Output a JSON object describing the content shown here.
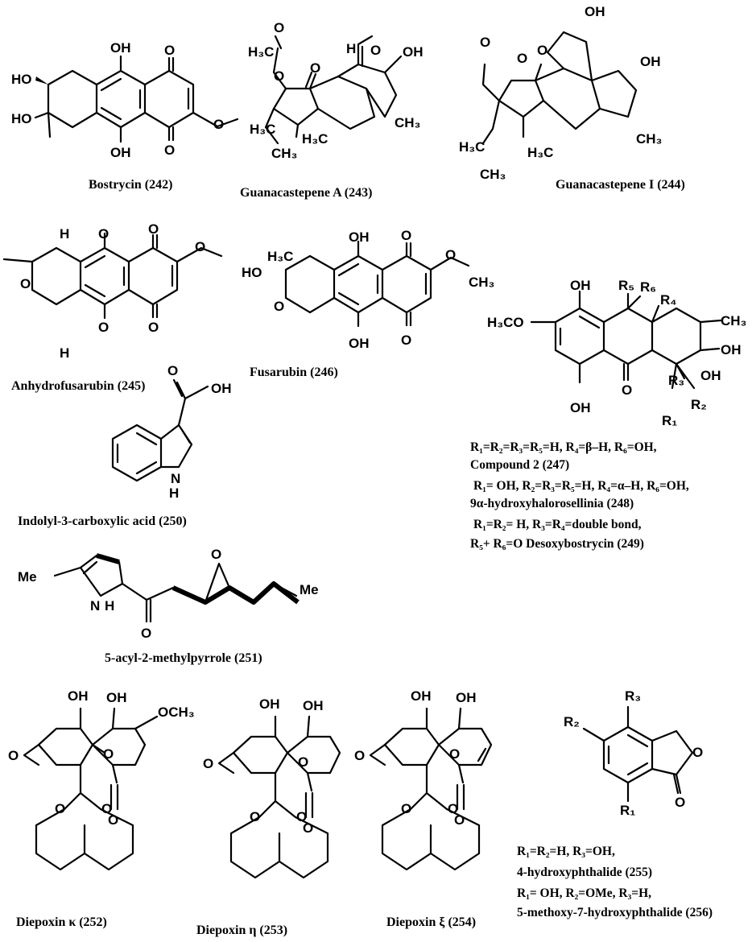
{
  "compounds": [
    {
      "id": "242",
      "caption": "Bostrycin (242)"
    },
    {
      "id": "243",
      "caption": "Guanacastepene A (243)"
    },
    {
      "id": "244",
      "caption": "Guanacastepene I (244)"
    },
    {
      "id": "245",
      "caption": "Anhydrofusarubin (245)"
    },
    {
      "id": "246",
      "caption": "Fusarubin (246)"
    },
    {
      "id": "250",
      "caption": "Indolyl-3-carboxylic acid (250)"
    },
    {
      "id": "251",
      "caption": "5-acyl-2-methylpyrrole (251)"
    },
    {
      "id": "252",
      "caption": "Diepoxin κ (252)"
    },
    {
      "id": "253",
      "caption": "Diepoxin η (253)"
    },
    {
      "id": "254",
      "caption": "Diepoxin ξ (254)"
    }
  ],
  "notes_247_249": [
    "R₁=R₂=R₃=R₅=H, R₄=β–H, R₆=OH,",
    "Compound 2 (247)",
    "R₁= OH, R₂=R₃=R₅=H, R₄=α–H, R₆=OH,",
    "9α-hydroxyhalorosellinia (248)",
    "R₁=R₂= H, R₃=R₄=double bond,",
    "R₅+ R₆=O Desoxybostrycin (249)"
  ],
  "notes_255_256": [
    "R₁=R₂=H, R₃=OH,",
    "4-hydroxyphthalide (255)",
    "R₁= OH, R₂=OMe, R₃=H,",
    "5-methoxy-7-hydroxyphthalide (256)"
  ],
  "atoms": {
    "oh": "OH",
    "ho": "HO",
    "o": "O",
    "h": "H",
    "n": "N",
    "me": "Me",
    "ch3": "CH₃",
    "h3c": "H₃C",
    "h3co": "H₃CO",
    "och3": "OCH₃",
    "r1": "R₁",
    "r2": "R₂",
    "r3": "R₃",
    "r4": "R₄",
    "r5": "R₅",
    "r6": "R₆"
  }
}
